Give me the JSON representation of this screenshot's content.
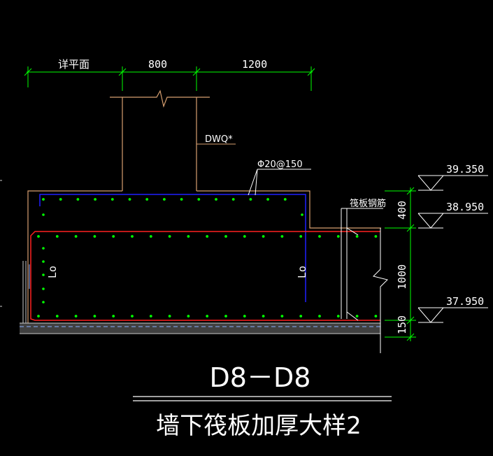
{
  "dimensions_top": {
    "left": "详平面",
    "middle": "800",
    "right": "1200"
  },
  "labels": {
    "dwq": "DWQ*",
    "rebar": "Φ20@150",
    "raft_rebar": "筏板钢筋",
    "lo_left": "Lo",
    "lo_right": "Lo"
  },
  "dimensions_right": {
    "d400": "400",
    "d1000": "1000",
    "d150": "150"
  },
  "elevations": {
    "top": "39.350",
    "mid": "38.950",
    "bottom": "37.950"
  },
  "section_title": "D8－D8",
  "detail_title": "墙下筏板加厚大样2",
  "colors": {
    "background": "#000000",
    "outline": "#d8a070",
    "dimension": "#00ff00",
    "rebar_red": "#ff2020",
    "rebar_blue": "#2020ff",
    "dots": "#00ff00",
    "text": "#ffffff"
  }
}
